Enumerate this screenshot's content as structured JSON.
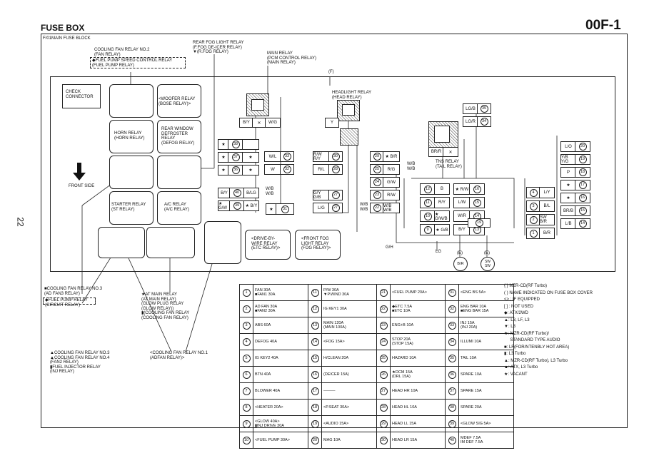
{
  "header": {
    "title": "FUSE BOX",
    "code": "00F-1",
    "page_number": "22",
    "block_title": "F/01MAIN FUSE BLOCK"
  },
  "callouts": {
    "cooling_fan2": "COOLING FAN RELAY NO.2\n(FAN RELAY)",
    "fuel_pump_speed": "◆FUEL PUMP SPEED CONTROL RELAY\n(FUEL PUMP RELAY)",
    "rear_fog": "REAR FOG LIGHT RELAY\n(F.FOG DE-ICER RELAY)\n▼(R.FOG RELAY)",
    "main_relay": "MAIN RELAY\n(PCM CONTROL RELAY)\n(MAIN RELAY)",
    "f_mark": "(F)",
    "headlight": "HEADLIGHT RELAY\n(HEAD RELAY)",
    "check_connector": "CHECK\nCONNECTOR",
    "woofer": "<WOOFER RELAY\n(BOSE RELAY)>",
    "horn": "HORN RELAY\n(HORN RELAY)",
    "rear_window": "REAR WINDOW\nDEFROSTER\nRELAY\n(DEFOG RELAY)",
    "front_side": "FRONT SIDE",
    "starter": "STARTER RELAY\n(ST RELAY)",
    "ac": "A/C RELAY\n(A/C RELAY)",
    "drive_by_wire": "<DRIVE-BY-\nWIRE RELAY\n(ETC RELAY)>",
    "front_fog": "<FRONT FOG\nLIGHT RELAY\n(FOG RELAY)>",
    "tns": "TNS RELAY\n(TAIL RELAY)",
    "cooling_fan3": "■COOLING FAN RELAY NO.3\n(AD FAN3 RELAY)",
    "fuel_pump_relay": "◆FUEL PUMP RELAY\n(CIRCUIT RELAY)",
    "at_main": "★AT MAIN RELAY\n(AT MAIN RELAY)\n(GLOW PLUG RELAY\n(GLOW RELAY))\n▮(COOLING FAN RELAY\n(COOLING FAN RELAY)",
    "cooling_fan34": "▲COOLING FAN RELAY NO.3\n▲COOLING FAN RELAY NO.4\n(FAN2 RELAY)\n▮FUEL INJECTOR RELAY\n(INJ RELAY)",
    "cooling_fan1": "<COOLING FAN RELAY NO.1\n(ADFAN RELAY)>",
    "wb1": "W/B\nW/B",
    "wb2": "W/B\nW/B",
    "wb3": "W/B\nW/B"
  },
  "left_fuses": [
    {
      "mark": "★",
      "num": "38",
      "wire": ""
    },
    {
      "mark": "★",
      "num": "37",
      "wire": "★"
    },
    {
      "mark": "★",
      "num": "36",
      "wire": "★"
    }
  ],
  "mid_fuses": [
    {
      "wire": "W/L",
      "num": "33"
    },
    {
      "wire": "W",
      "num": "32"
    }
  ],
  "small_fuses": [
    {
      "wire": "B/Y",
      "num": "40",
      "wire2": "B/LG"
    },
    {
      "wire": "★\nG/W",
      "num": "39",
      "wire2": "★\nB/Y"
    }
  ],
  "relay_wires": {
    "by": "B/Y",
    "wg": "W/G",
    "y": "Y",
    "brr": "BR/R",
    "star": "★",
    "n31": "31"
  },
  "col30": [
    {
      "wire": "R/W\nR/Y",
      "num": "30"
    },
    {
      "wire": "R/L",
      "num": "28"
    },
    {
      "wire": "G/Y\nG/B",
      "num": "27"
    },
    {
      "wire": "L/G",
      "num": "27"
    }
  ],
  "col_right": [
    {
      "num": "29",
      "wire": "★\nB/R"
    },
    {
      "num": "25",
      "wire": "R/G"
    },
    {
      "num": "24",
      "wire": "G/W"
    },
    {
      "num": "23",
      "wire": "R/W"
    },
    {
      "num": "22",
      "wire": "W/B\nW/B"
    }
  ],
  "lg": [
    {
      "wire": "LG/B",
      "num": "35"
    },
    {
      "wire": "LG/R",
      "num": "34"
    }
  ],
  "mid_block": [
    {
      "num": "12",
      "wire": "B"
    },
    {
      "num": "11",
      "wire": "R/Y"
    },
    {
      "num": "10",
      "wire": "★\nG/W/B"
    },
    {
      "num": "9",
      "wire": "★\nG/B"
    }
  ],
  "mid_block2": [
    {
      "wire": "★\nR/W",
      "num": "16"
    },
    {
      "wire": "L/W",
      "num": "15"
    },
    {
      "wire": "W/R",
      "num": "14"
    },
    {
      "wire": "B/Y",
      "num": "13"
    }
  ],
  "right_block": [
    {
      "num": "4",
      "wire": "L/Y"
    },
    {
      "num": "3",
      "wire": "B/L"
    },
    {
      "num": "2",
      "wire": "SW\nB/R"
    },
    {
      "num": "1",
      "wire": "B/R"
    }
  ],
  "far_right": [
    {
      "wire": "L/O",
      "num": "20"
    },
    {
      "wire": "Y/B\nY/G",
      "num": "19"
    },
    {
      "wire": "P",
      "num": "18"
    },
    {
      "wire": "★",
      "num": "17"
    },
    {
      "wire": "★",
      "num": "16"
    },
    {
      "wire": "BR/B",
      "num": "15"
    },
    {
      "wire": "L/B",
      "num": "14"
    }
  ],
  "bottom_labels": {
    "n19": "19",
    "gh": "G/H",
    "lg": "LG",
    "e1": "(E)",
    "e2": "(E)",
    "br": "B/R",
    "sw": "SW\nSW"
  },
  "legend": [
    [
      {
        "n": "1",
        "t": "FAN 30A\n■FAN1 30A"
      },
      {
        "n": "2",
        "t": "AD FAN 30A\n■FAN2 30A"
      },
      {
        "n": "3",
        "t": "ABS 60A"
      },
      {
        "n": "4",
        "t": "DEFOG 40A"
      },
      {
        "n": "5",
        "t": "IG KEY2 40A"
      },
      {
        "n": "6",
        "t": "BTN 40A"
      },
      {
        "n": "7",
        "t": "BLOWER 40A"
      },
      {
        "n": "8",
        "t": "<HEATER 20A>"
      },
      {
        "n": "9",
        "t": "<GLOW 40A>\n▮INJ DRIVE 30A"
      },
      {
        "n": "10",
        "t": "<FUEL PUMP 30A>"
      }
    ],
    [
      {
        "n": "11",
        "t": "P/W 30A\n▼P.WIND 30A"
      },
      {
        "n": "12",
        "t": "IG KEY1 30A"
      },
      {
        "n": "13",
        "t": "MAIN 120A\n(MAIN 100A)"
      },
      {
        "n": "14",
        "t": "<FOG 15A>"
      },
      {
        "n": "15",
        "t": "H/CLEAN 20A"
      },
      {
        "n": "16",
        "t": "(DEICER 15A)"
      },
      {
        "n": "17",
        "t": "———"
      },
      {
        "n": "18",
        "t": "<P.SEAT 30A>"
      },
      {
        "n": "19",
        "t": "<AUDIO 15A>"
      },
      {
        "n": "20",
        "t": "MAG 10A"
      }
    ],
    [
      {
        "n": "21",
        "t": "<FUEL PUMP 20A>"
      },
      {
        "n": "22",
        "t": "◆ETC 7.5A\n■ETC 10A"
      },
      {
        "n": "23",
        "t": "ENG+B 10A"
      },
      {
        "n": "24",
        "t": "STOP 20A\n(STOP 15A)"
      },
      {
        "n": "25",
        "t": "HAZARD 10A"
      },
      {
        "n": "26",
        "t": "★DCM 15A\n(DRL 15A)"
      },
      {
        "n": "27",
        "t": "HEAD HR 10A"
      },
      {
        "n": "28",
        "t": "HEAD HL 10A"
      },
      {
        "n": "29",
        "t": "HEAD LL 15A"
      },
      {
        "n": "30",
        "t": "HEAD LR 15A"
      }
    ],
    [
      {
        "n": "31",
        "t": "<ENG BS 5A>"
      },
      {
        "n": "32",
        "t": "ENG BAR 10A\n■ENG BAR 15A"
      },
      {
        "n": "33",
        "t": "INJ 15A\n(INJ 20A)"
      },
      {
        "n": "34",
        "t": "ILLUMI 10A"
      },
      {
        "n": "35",
        "t": "TAIL 10A"
      },
      {
        "n": "36",
        "t": "SPARE 10A"
      },
      {
        "n": "37",
        "t": "SPARE 15A"
      },
      {
        "n": "38",
        "t": "SPARE 20A"
      },
      {
        "n": "39",
        "t": "<GLOW SIG 5A>"
      },
      {
        "n": "40",
        "t": "MDEF 7.5A\nIM DEF 7.5A"
      }
    ]
  ],
  "notes": [
    "{ } MZR-CD(RF Turbo)",
    "( ) NAME INDICATED ON FUSE BOX COVER",
    "<> : IF EQUIPPED",
    "[ ] : NOT USED",
    "◆: ATX/2WD",
    "▲: L3, LF, L3",
    "▼: L3",
    "★: MZR-CD(RF Turbo)/",
    "     STANDARD TYPE AUDIO",
    "■: LF(FOR/NTENBLY HOT AREA)",
    "▮: L3 Turbo",
    "▲: MZR-CD(RF Turbo), L3 Turbo",
    "▲: ATX, L3 Turbo",
    "★: VACANT"
  ]
}
